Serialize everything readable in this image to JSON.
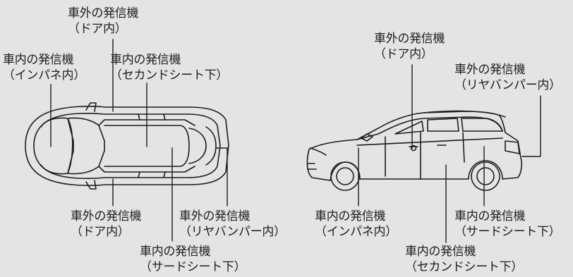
{
  "top_view": {
    "ext_door": {
      "name": "車外の発信機",
      "loc": "（ドア内）"
    },
    "int_panel": {
      "name": "車内の発信機",
      "loc": "（インパネ内）"
    },
    "int_second": {
      "name": "車内の発信機",
      "loc": "（セカンドシート下）"
    },
    "ext_door_lower": {
      "name": "車外の発信機",
      "loc": "（ドア内）"
    },
    "ext_rear": {
      "name": "車外の発信機",
      "loc": "（リヤバンパー内）"
    },
    "int_third": {
      "name": "車内の発信機",
      "loc": "（サードシート下）"
    }
  },
  "side_view": {
    "ext_door": {
      "name": "車外の発信機",
      "loc": "（ドア内）"
    },
    "ext_rear": {
      "name": "車外の発信機",
      "loc": "（リヤバンパー内）"
    },
    "int_panel": {
      "name": "車内の発信機",
      "loc": "（インパネ内）"
    },
    "int_third": {
      "name": "車内の発信機",
      "loc": "（サードシート下）"
    },
    "int_second": {
      "name": "車内の発信機",
      "loc": "（セカンドシート下）"
    }
  }
}
